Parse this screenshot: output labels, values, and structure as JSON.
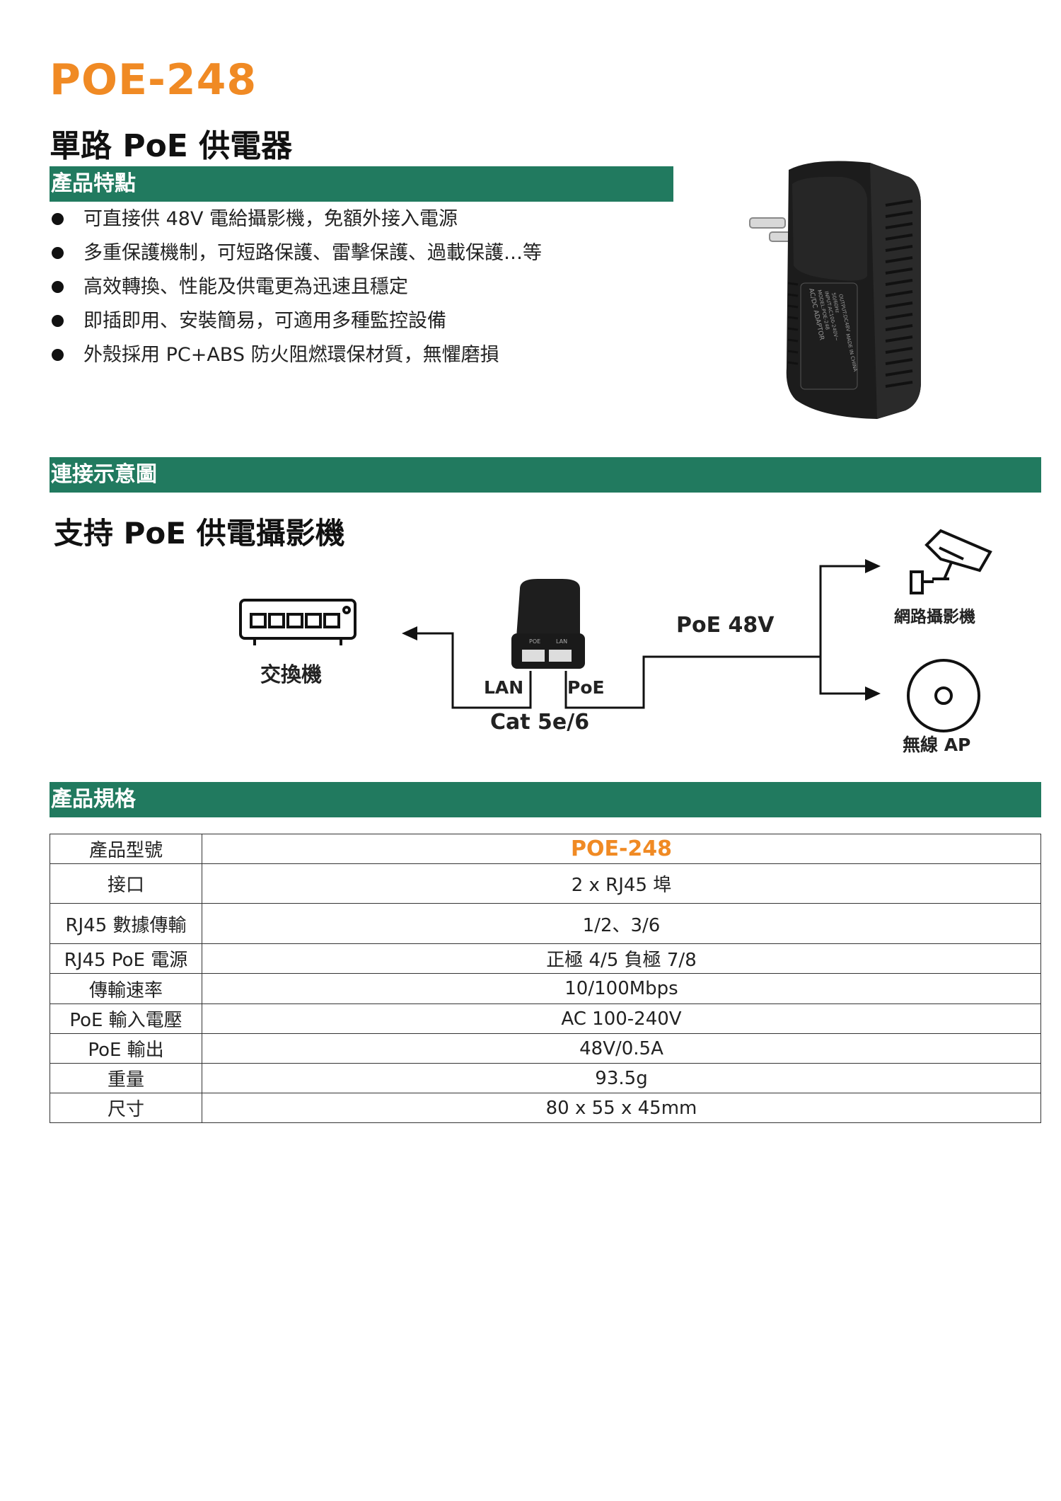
{
  "header": {
    "model": "POE-248",
    "subtitle": "單路 PoE 供電器"
  },
  "features": {
    "title": "產品特點",
    "items": [
      "可直接供 48V 電給攝影機，免額外接入電源",
      "多重保護機制，可短路保護、雷擊保護、過載保護…等",
      "高效轉換、性能及供電更為迅速且穩定",
      "即插即用、安裝簡易，可適用多種監控設備",
      "外殼採用 PC+ABS 防火阻燃環保材質，無懼磨損"
    ]
  },
  "connection": {
    "title": "連接示意圖",
    "heading": "支持 PoE 供電攝影機",
    "switch_label": "交換機",
    "lan_label": "LAN",
    "poe_port_label": "PoE",
    "cable_label": "Cat 5e/6",
    "poe_voltage_label": "PoE  48V",
    "camera_label": "網路攝影機",
    "ap_label": "無線 AP",
    "injector_port_labels": [
      "POE",
      "LAN"
    ]
  },
  "adapter_label": {
    "lines": [
      "AC/DC ADAPTOR",
      "MODEL:POE-248",
      "INPUT:AC100-240V~",
      "50/60Hz",
      "OUTPUT:DC48V",
      "MADE IN CHINA"
    ]
  },
  "specs": {
    "title": "產品規格",
    "rows": [
      {
        "label": "產品型號",
        "value": "POE-248"
      },
      {
        "label": "接口",
        "value": "2 x RJ45 埠"
      },
      {
        "label": "RJ45  數據傳輸",
        "value": "1/2、3/6"
      },
      {
        "label": "RJ45 PoE  電源",
        "value": "正極  4/5  負極  7/8"
      },
      {
        "label": "傳輸速率",
        "value": "10/100Mbps"
      },
      {
        "label": "PoE 輸入電壓",
        "value": "AC 100-240V"
      },
      {
        "label": "PoE 輸出",
        "value": "48V/0.5A"
      },
      {
        "label": "重量",
        "value": "93.5g"
      },
      {
        "label": "尺寸",
        "value": "80 x 55 x 45mm"
      }
    ]
  },
  "colors": {
    "accent": "#f08a24",
    "section_bar": "#217a5f"
  }
}
